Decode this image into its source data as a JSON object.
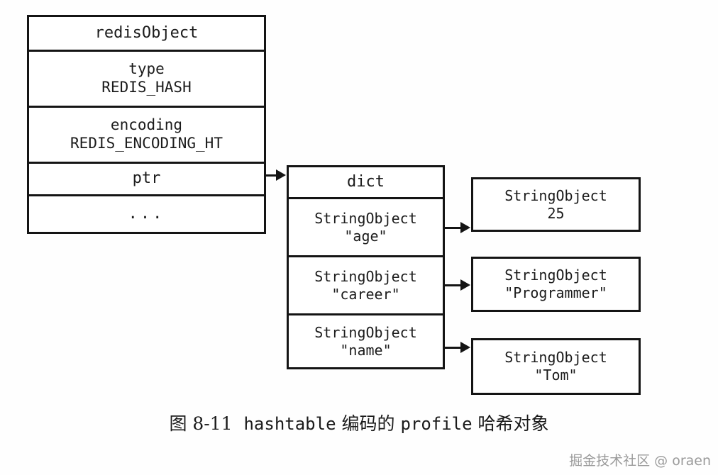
{
  "figure": {
    "caption_label": "图 8-11",
    "caption_mono_1": "hashtable",
    "caption_mid": "编码的",
    "caption_mono_2": "profile",
    "caption_tail": "哈希对象",
    "caption_full": "图 8-11  hashtable 编码的 profile 哈希对象"
  },
  "redis_object": {
    "title": "redisObject",
    "fields": [
      {
        "name": "type",
        "value": "REDIS_HASH"
      },
      {
        "name": "encoding",
        "value": "REDIS_ENCODING_HT"
      },
      {
        "name": "ptr",
        "value": ""
      },
      {
        "name": "...",
        "value": ""
      }
    ]
  },
  "dict": {
    "title": "dict",
    "entries": [
      {
        "key_type": "StringObject",
        "key": "\"age\"",
        "value_type": "StringObject",
        "value": "25"
      },
      {
        "key_type": "StringObject",
        "key": "\"career\"",
        "value_type": "StringObject",
        "value": "\"Programmer\""
      },
      {
        "key_type": "StringObject",
        "key": "\"name\"",
        "value_type": "StringObject",
        "value": "\"Tom\""
      }
    ]
  },
  "colors": {
    "stroke": "#141414",
    "background": "#fefefe",
    "box_fill": "#ffffff",
    "caption": "#1b1b1b",
    "watermark": "#9a9a9a"
  },
  "watermark": {
    "text": "掘金技术社区 @ oraen"
  }
}
